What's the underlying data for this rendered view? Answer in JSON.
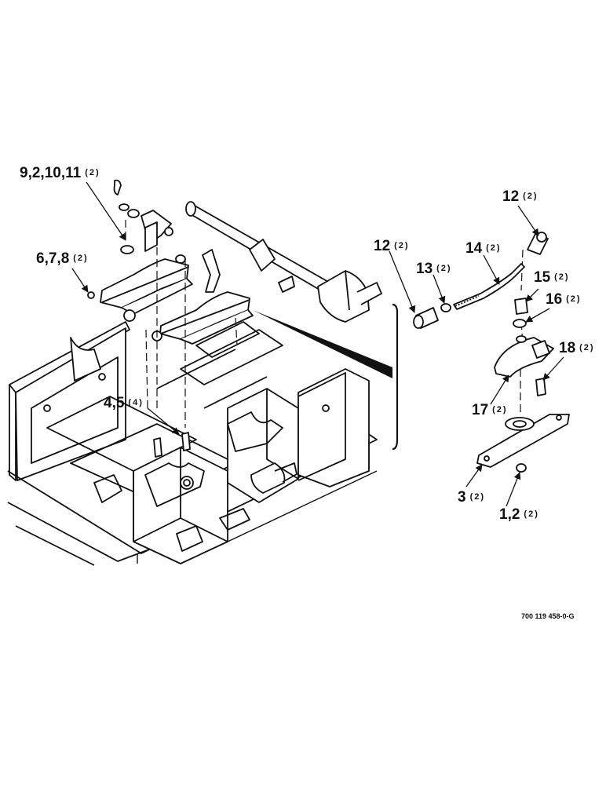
{
  "callouts": {
    "c_9_2_10_11": {
      "ref": "9,2,10,11",
      "qty": "(2)"
    },
    "c_6_7_8": {
      "ref": "6,7,8",
      "qty": "(2)"
    },
    "c_4_5": {
      "ref": "4,5",
      "qty": "(4)"
    },
    "c_12_top": {
      "ref": "12",
      "qty": "(2)"
    },
    "c_12_left": {
      "ref": "12",
      "qty": "(2)"
    },
    "c_13": {
      "ref": "13",
      "qty": "(2)"
    },
    "c_14": {
      "ref": "14",
      "qty": "(2)"
    },
    "c_15": {
      "ref": "15",
      "qty": "(2)"
    },
    "c_16": {
      "ref": "16",
      "qty": "(2)"
    },
    "c_18": {
      "ref": "18",
      "qty": "(2)"
    },
    "c_17": {
      "ref": "17",
      "qty": "(2)"
    },
    "c_3": {
      "ref": "3",
      "qty": "(2)"
    },
    "c_1_2": {
      "ref": "1,2",
      "qty": "(2)"
    }
  },
  "drawing_number": "700 119 458-0-G"
}
